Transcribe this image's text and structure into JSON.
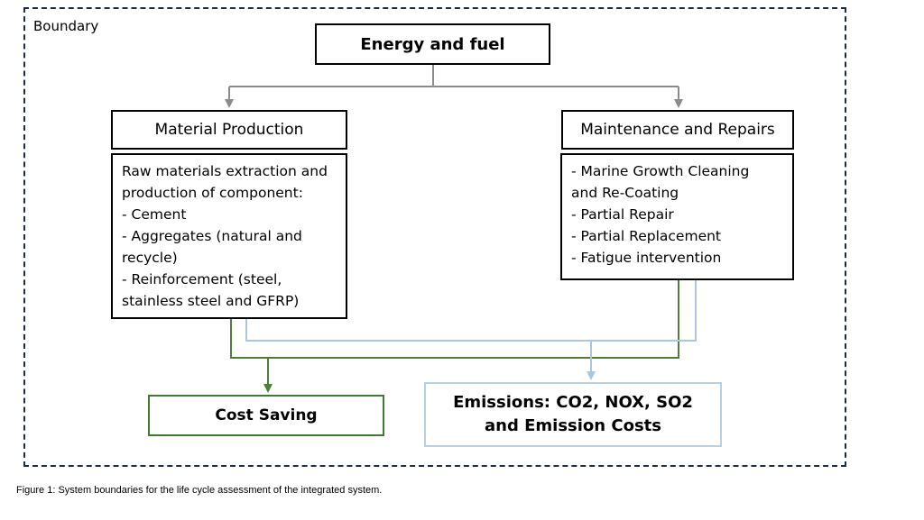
{
  "boundary": {
    "label": "Boundary"
  },
  "energy": {
    "title": "Energy and fuel"
  },
  "material_production": {
    "title": "Material Production",
    "lines": [
      "Raw materials extraction and",
      "production of component:",
      "- Cement",
      "- Aggregates (natural and",
      "recycle)",
      "- Reinforcement (steel,",
      "stainless steel and GFRP)"
    ]
  },
  "maintenance": {
    "title": "Maintenance and Repairs",
    "lines": [
      "- Marine Growth Cleaning",
      "and Re-Coating",
      "- Partial Repair",
      "- Partial Replacement",
      "- Fatigue intervention"
    ]
  },
  "cost_saving": {
    "label": "Cost Saving"
  },
  "emissions": {
    "line1": "Emissions: CO2, NOX, SO2",
    "line2": "and Emission Costs"
  },
  "caption": "Figure 1: System boundaries for the life cycle assessment of the integrated system.",
  "colors": {
    "green_arrow": "#4d7f37",
    "blue_arrow": "#a9c6de",
    "gray_arrow": "#8a8a8a",
    "boundary": "#1c2b3d"
  }
}
